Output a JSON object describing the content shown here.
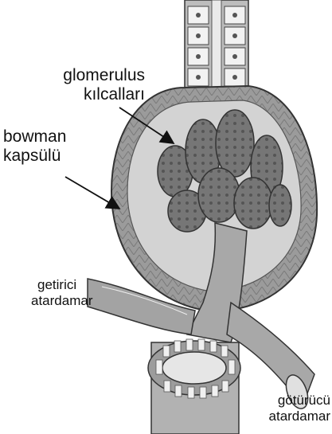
{
  "labels": {
    "glomerulus_line1": "glomerulus",
    "glomerulus_line2": "kılcalları",
    "bowman_line1": "bowman",
    "bowman_line2": "kapsülü",
    "getirici_line1": "getirici",
    "getirici_line2": "atardamar",
    "goturucu_line1": "götürücü",
    "goturucu_line2": "atardamar"
  },
  "colors": {
    "capsule_outer": "#8c8c8c",
    "capsule_inner": "#c9c9c9",
    "glomerulus": "#7a7a7a",
    "vessel": "#a6a6a6",
    "cells": "#e6e6e6",
    "outline": "#333333"
  }
}
